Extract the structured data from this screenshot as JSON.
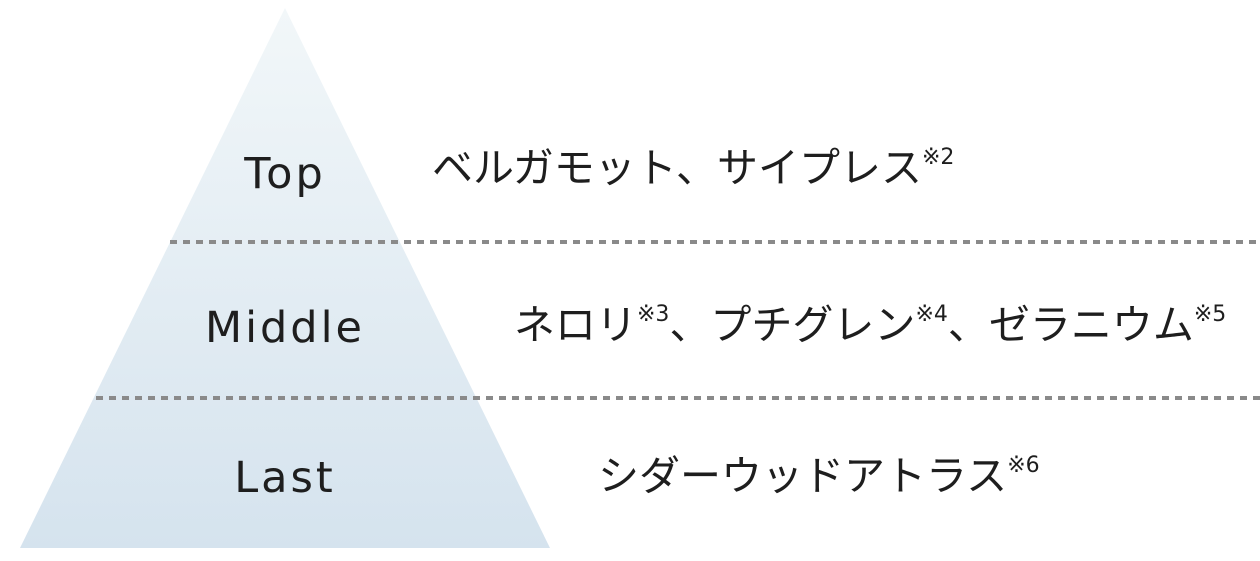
{
  "pyramid": {
    "fill_top": "#f2f7f9",
    "fill_bottom": "#d5e3ee",
    "divider_color": "#8a8a8a"
  },
  "tiers": [
    {
      "label": "Top",
      "notes": [
        {
          "text": "ベルガモット、サイプレス",
          "note": "※2"
        }
      ]
    },
    {
      "label": "Middle",
      "notes": [
        {
          "text": "ネロリ",
          "note": "※3"
        },
        {
          "text": "、プチグレン",
          "note": "※4"
        },
        {
          "text": "、ゼラニウム",
          "note": "※5"
        }
      ]
    },
    {
      "label": "Last",
      "notes": [
        {
          "text": "シダーウッドアトラス",
          "note": "※6"
        }
      ]
    }
  ]
}
